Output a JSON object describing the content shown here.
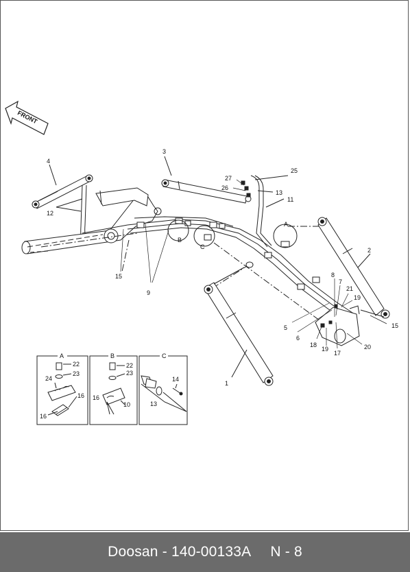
{
  "footer": {
    "brand_part": "Doosan - 140-00133A",
    "page_ref": "N - 8"
  },
  "direction_label": "FRONT",
  "callouts": {
    "c1": "1",
    "c2": "2",
    "c3": "3",
    "c4": "4",
    "c5": "5",
    "c6": "6",
    "c7": "7",
    "c8": "8",
    "c9": "9",
    "c11": "11",
    "c12": "12",
    "c13": "13",
    "c15a": "15",
    "c15b": "15",
    "c17": "17",
    "c18": "18",
    "c19a": "19",
    "c19b": "19",
    "c20": "20",
    "c21": "21",
    "c25": "25",
    "c26": "26",
    "c27": "27",
    "detA": "A",
    "detB": "B",
    "detC": "C"
  },
  "details": {
    "a": {
      "title": "A",
      "labels": [
        "22",
        "23",
        "24",
        "16",
        "16"
      ]
    },
    "b": {
      "title": "B",
      "labels": [
        "22",
        "23",
        "16",
        "10"
      ]
    },
    "c": {
      "title": "C",
      "labels": [
        "14",
        "13"
      ]
    }
  }
}
